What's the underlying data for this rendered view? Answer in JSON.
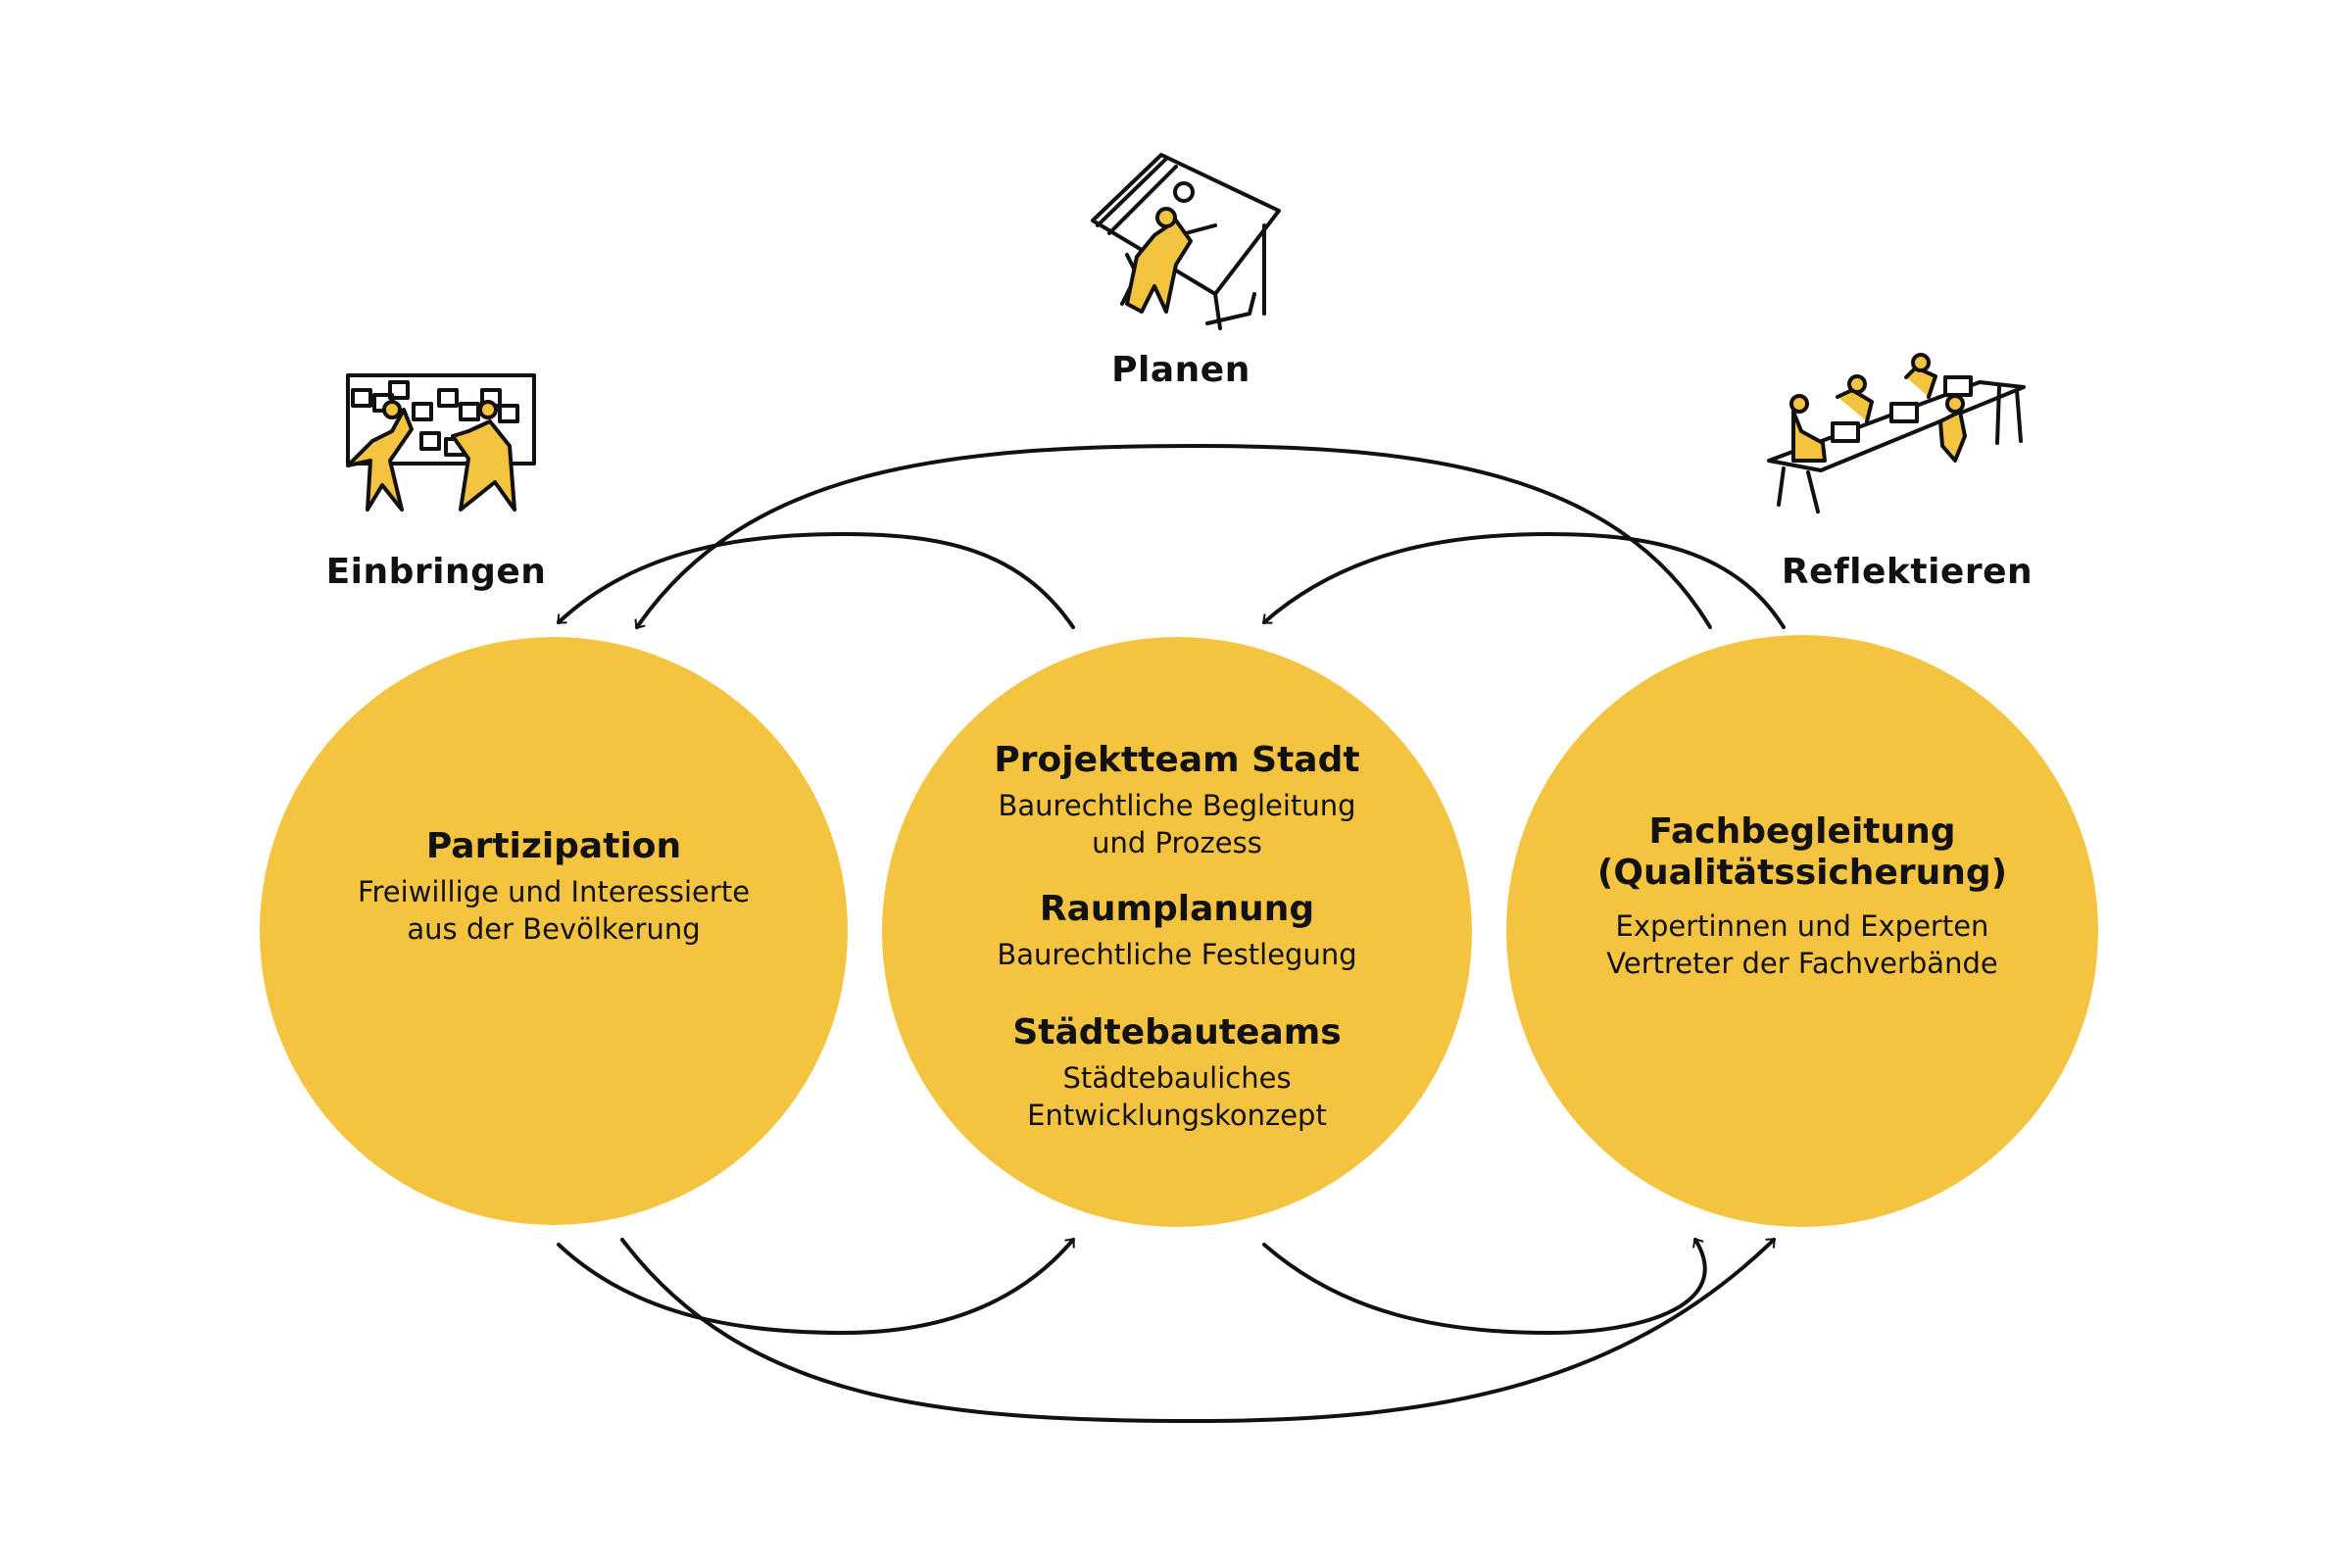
{
  "colors": {
    "circle": "#f4c440",
    "ink": "#111111",
    "background": "#ffffff"
  },
  "phases": {
    "left": {
      "label": "Einbringen",
      "icon": "people-at-pinboard-icon"
    },
    "center": {
      "label": "Planen",
      "icon": "person-at-drafting-table-icon"
    },
    "right": {
      "label": "Reflektieren",
      "icon": "group-at-table-with-laptops-icon"
    }
  },
  "circles": {
    "left": {
      "title": "Partizipation",
      "text": "Freiwillige und Interessierte\naus der Bevölkerung"
    },
    "center": {
      "blocks": [
        {
          "title": "Projektteam Stadt",
          "text": "Baurechtliche Begleitung\nund Prozess"
        },
        {
          "title": "Raumplanung",
          "text": "Baurechtliche Festlegung"
        },
        {
          "title": "Städtebauteams",
          "text": "Städtebauliches\nEntwicklungskonzept"
        }
      ]
    },
    "right": {
      "title": "Fachbegleitung\n(Qualitätssicherung)",
      "text": "Expertinnen und Experten\nVertreter der Fachverbände"
    }
  }
}
